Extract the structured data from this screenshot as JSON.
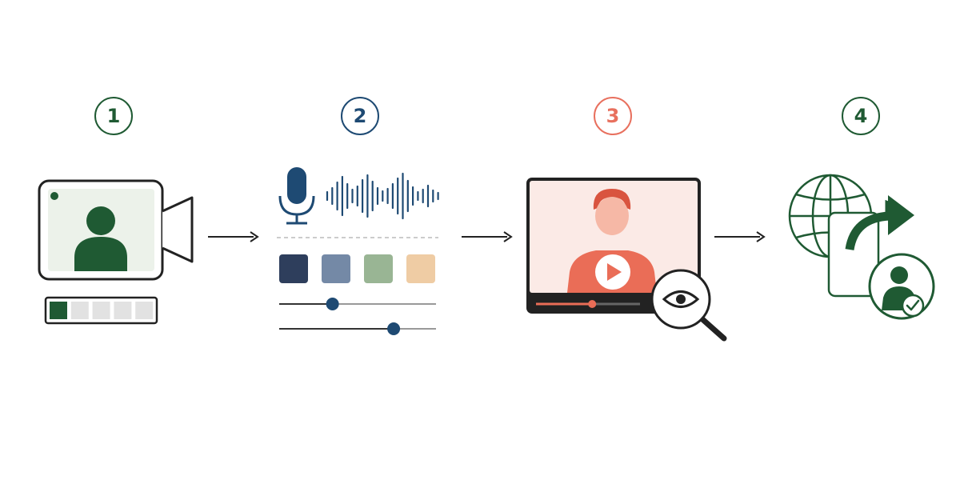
{
  "steps": [
    {
      "number": "1",
      "color": "#1f5a33",
      "icon": "video-camera-profile-icon"
    },
    {
      "number": "2",
      "color": "#1e4a73",
      "icon": "microphone-audio-settings-icon"
    },
    {
      "number": "3",
      "color": "#e8705e",
      "icon": "video-preview-review-icon"
    },
    {
      "number": "4",
      "color": "#1f5a33",
      "icon": "globe-share-publish-icon"
    }
  ],
  "colors": {
    "green": "#1f5a33",
    "navy": "#1e4a73",
    "coral": "#e8705e",
    "ink": "#222222",
    "swatches": [
      "#2e3e5c",
      "#7489a6",
      "#99b594",
      "#efcca4"
    ]
  },
  "progress": {
    "filled_segments": 1,
    "total_segments": 5
  },
  "sliders": [
    0.34,
    0.73
  ],
  "video_progress": 0.54
}
